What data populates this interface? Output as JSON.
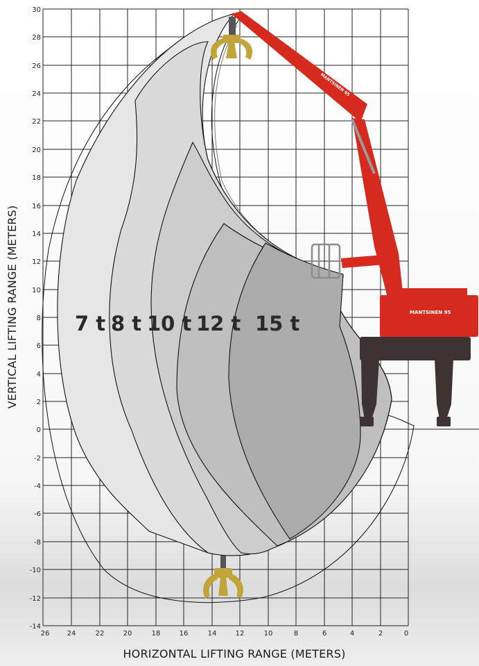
{
  "axes": {
    "x_label": "HORIZONTAL LIFTING RANGE (METERS)",
    "y_label": "VERTICAL LIFTING RANGE (METERS)",
    "x_ticks": [
      "26",
      "24",
      "22",
      "20",
      "18",
      "16",
      "14",
      "12",
      "10",
      "8",
      "6",
      "4",
      "2",
      "0"
    ],
    "y_ticks": [
      "30",
      "28",
      "26",
      "24",
      "22",
      "20",
      "18",
      "16",
      "14",
      "12",
      "10",
      "8",
      "6",
      "4",
      "2",
      "0",
      "-2",
      "-4",
      "-6",
      "-8",
      "-10",
      "-12",
      "-14"
    ]
  },
  "zones": [
    {
      "label": "7 t",
      "tone": "#e6e6e6"
    },
    {
      "label": "8 t",
      "tone": "#dadada"
    },
    {
      "label": "10 t",
      "tone": "#cdcdcd"
    },
    {
      "label": "12 t",
      "tone": "#bfbfbf"
    },
    {
      "label": "15 t",
      "tone": "#acacac"
    }
  ],
  "machine": {
    "boom_text": "MANTSINEN 95",
    "body_text": "MANTSINEN 95",
    "body_color": "#d62a1f",
    "undercarriage_color": "#3d3333",
    "grab_color": "#c2a53a"
  }
}
